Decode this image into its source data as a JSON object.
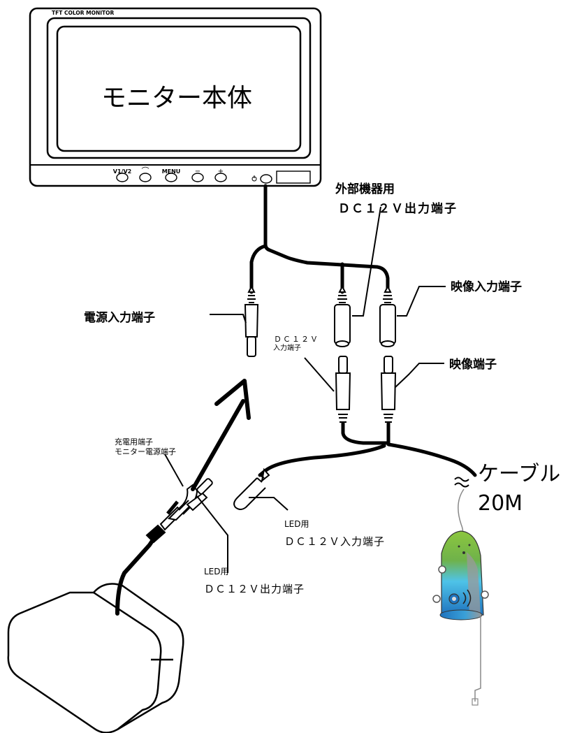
{
  "monitor": {
    "brand": "TFT COLOR MONITOR",
    "screen_label": "モニター本体",
    "buttons": [
      "V1/V2",
      "⌒",
      "MENU",
      "−",
      "+"
    ]
  },
  "labels": {
    "external_dc_out_line1": "外部機器用",
    "external_dc_out_line2": "ＤＣ１２Ｖ出力端子",
    "video_input": "映像入力端子",
    "power_input": "電源入力端子",
    "dc_input_line1": "ＤＣ１２Ｖ",
    "dc_input_line2": "入力端子",
    "video_terminal": "映像端子",
    "charge_line1": "充電用端子",
    "charge_line2": "モニター電源端子",
    "led_in_line1": "LED用",
    "led_in_line2": "ＤＣ１２Ｖ入力端子",
    "led_out_line1": "LED用",
    "led_out_line2": "ＤＣ１２Ｖ出力端子",
    "cable_line1": "ケーブル",
    "cable_line2": "20M"
  },
  "colors": {
    "line": "#000000",
    "connector_fill": "#ffffff",
    "camera_green": "#8cc63f",
    "camera_blue": "#1e73be",
    "camera_cyan": "#4fc3e8",
    "camera_gray": "#8a8a8a"
  }
}
